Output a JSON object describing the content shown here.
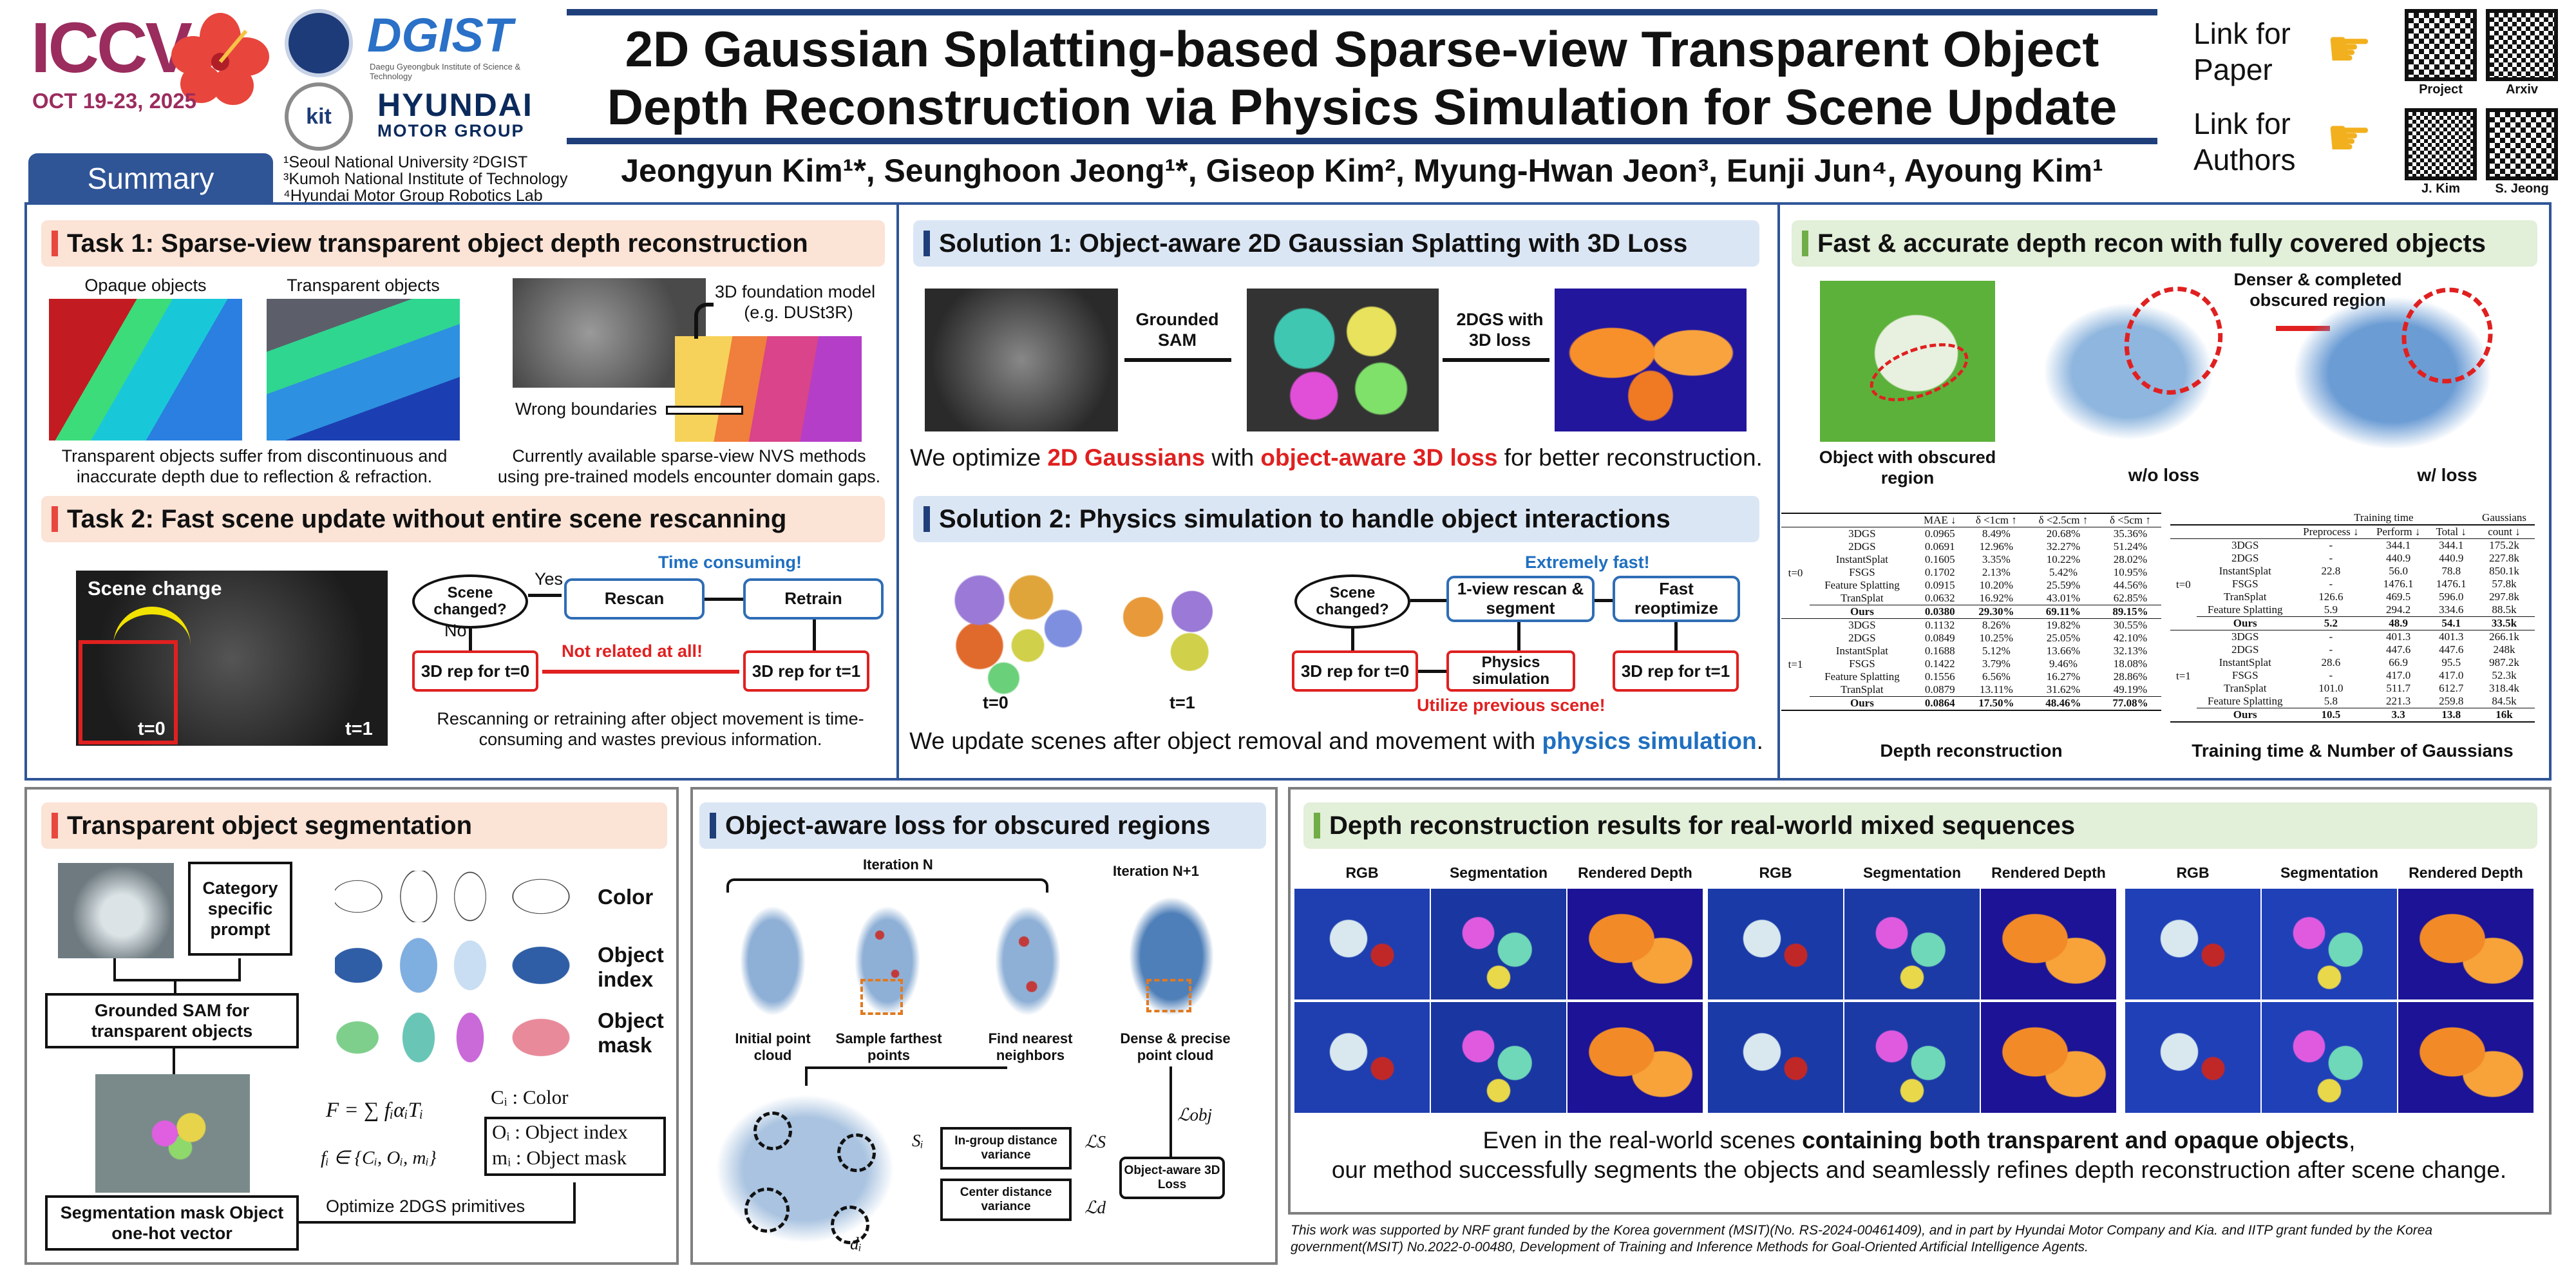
{
  "header": {
    "conf_logo": "ICCV",
    "conf_dates": "OCT 19-23, 2025",
    "title_line1": "2D Gaussian Splatting-based Sparse-view Transparent Object",
    "title_line2": "Depth Reconstruction via Physics Simulation for Scene Update",
    "authors": "Jeongyun Kim¹*, Seunghoon Jeong¹*, Giseop Kim², Myung-Hwan Jeon³, Eunji Jun⁴, Ayoung Kim¹",
    "affil1": "¹Seoul National University   ²DGIST",
    "affil2": "³Kumoh National Institute of Technology",
    "affil3": "⁴Hyundai Motor Group Robotics Lab",
    "summary_tab": "Summary",
    "dgist_logo": "DGIST",
    "dgist_sub": "Daegu Gyeongbuk Institute of Science & Technology",
    "kit_logo": "kit",
    "hyundai_logo": "HYUNDAI",
    "hyundai_sub": "MOTOR GROUP",
    "link_paper": "Link for Paper",
    "link_authors": "Link for Authors",
    "qr_labels": [
      "Project",
      "Arxiv",
      "J. Kim",
      "S. Jeong"
    ]
  },
  "task1": {
    "title": "Task 1: Sparse-view transparent object depth reconstruction",
    "opaque_label": "Opaque objects",
    "transparent_label": "Transparent objects",
    "foundation_label": "3D foundation model",
    "foundation_eg": "(e.g. DUSt3R)",
    "wrong_boundaries": "Wrong boundaries",
    "caption_left": "Transparent objects suffer from discontinuous and inaccurate depth due to reflection & refraction.",
    "caption_right": "Currently available sparse-view NVS methods using pre-trained models encounter domain gaps."
  },
  "task2": {
    "title": "Task 2: Fast scene update without entire scene rescanning",
    "scene_change": "Scene change",
    "t0": "t=0",
    "t1": "t=1",
    "time_consuming": "Time consuming!",
    "scene_changed": "Scene changed?",
    "yes": "Yes",
    "no": "No",
    "rescan": "Rescan",
    "retrain": "Retrain",
    "rep_t0": "3D rep for t=0",
    "rep_t1": "3D rep for t=1",
    "not_related": "Not related at all!",
    "caption": "Rescanning or retraining after object movement is time-consuming and wastes previous information."
  },
  "sol1": {
    "title": "Solution 1: Object-aware 2D Gaussian Splatting with 3D Loss",
    "grounded_sam": "Grounded SAM",
    "twodgs": "2DGS with 3D loss",
    "cap_a": "We optimize ",
    "cap_b": "2D Gaussians",
    "cap_c": " with ",
    "cap_d": "object-aware 3D loss",
    "cap_e": " for better reconstruction."
  },
  "sol2": {
    "title": "Solution 2: Physics simulation to handle object interactions",
    "t0": "t=0",
    "t1": "t=1",
    "extremely_fast": "Extremely fast!",
    "scene_changed": "Scene changed?",
    "rescan_segment": "1-view rescan & segment",
    "fast_reoptimize": "Fast reoptimize",
    "rep_t0": "3D rep for t=0",
    "physics_sim": "Physics simulation",
    "rep_t1": "3D rep for t=1",
    "utilize": "Utilize previous scene!",
    "cap_a": "We update scenes after object removal and movement with ",
    "cap_b": "physics simulation",
    "cap_c": "."
  },
  "fast": {
    "title": "Fast & accurate depth recon with fully covered objects",
    "obscured_label": "Object with obscured region",
    "denser_label": "Denser & completed obscured region",
    "wo_loss": "w/o loss",
    "w_loss": "w/ loss",
    "depth_caption": "Depth reconstruction",
    "train_caption": "Training time & Number of Gaussians"
  },
  "depth_table": {
    "headers": [
      "",
      "",
      "MAE ↓",
      "δ <1cm ↑",
      "δ <2.5cm ↑",
      "δ <5cm ↑"
    ],
    "groups": [
      {
        "label": "t=0",
        "rows": [
          [
            "3DGS",
            "0.0965",
            "8.49%",
            "20.68%",
            "35.36%"
          ],
          [
            "2DGS",
            "0.0691",
            "12.96%",
            "32.27%",
            "51.24%"
          ],
          [
            "InstantSplat",
            "0.1605",
            "3.35%",
            "10.22%",
            "28.02%"
          ],
          [
            "FSGS",
            "0.1702",
            "2.13%",
            "5.42%",
            "10.95%"
          ],
          [
            "Feature Splatting",
            "0.0915",
            "10.20%",
            "25.59%",
            "44.56%"
          ],
          [
            "TranSplat",
            "0.0632",
            "16.92%",
            "43.01%",
            "62.85%"
          ],
          [
            "Ours",
            "0.0380",
            "29.30%",
            "69.11%",
            "89.15%"
          ]
        ]
      },
      {
        "label": "t=1",
        "rows": [
          [
            "3DGS",
            "0.1132",
            "8.26%",
            "19.82%",
            "30.55%"
          ],
          [
            "2DGS",
            "0.0849",
            "10.25%",
            "25.05%",
            "42.10%"
          ],
          [
            "InstantSplat",
            "0.1688",
            "5.12%",
            "13.66%",
            "32.13%"
          ],
          [
            "FSGS",
            "0.1422",
            "3.79%",
            "9.46%",
            "18.08%"
          ],
          [
            "Feature Splatting",
            "0.1556",
            "6.56%",
            "16.27%",
            "28.86%"
          ],
          [
            "TranSplat",
            "0.0879",
            "13.11%",
            "31.62%",
            "49.19%"
          ],
          [
            "Ours",
            "0.0864",
            "17.50%",
            "48.46%",
            "77.08%"
          ]
        ]
      }
    ]
  },
  "train_table": {
    "top_headers": [
      "Training time",
      "Gaussians"
    ],
    "headers": [
      "",
      "",
      "Preprocess ↓",
      "Perform ↓",
      "Total ↓",
      "count ↓"
    ],
    "groups": [
      {
        "label": "t=0",
        "rows": [
          [
            "3DGS",
            "-",
            "344.1",
            "344.1",
            "175.2k"
          ],
          [
            "2DGS",
            "-",
            "440.9",
            "440.9",
            "227.8k"
          ],
          [
            "InstantSplat",
            "22.8",
            "56.0",
            "78.8",
            "850.1k"
          ],
          [
            "FSGS",
            "-",
            "1476.1",
            "1476.1",
            "57.8k"
          ],
          [
            "TranSplat",
            "126.6",
            "469.5",
            "596.0",
            "297.8k"
          ],
          [
            "Feature Splatting",
            "5.9",
            "294.2",
            "334.6",
            "88.5k"
          ],
          [
            "Ours",
            "5.2",
            "48.9",
            "54.1",
            "33.5k"
          ]
        ]
      },
      {
        "label": "t=1",
        "rows": [
          [
            "3DGS",
            "-",
            "401.3",
            "401.3",
            "266.1k"
          ],
          [
            "2DGS",
            "-",
            "447.6",
            "447.6",
            "248k"
          ],
          [
            "InstantSplat",
            "28.6",
            "66.9",
            "95.5",
            "987.2k"
          ],
          [
            "FSGS",
            "-",
            "417.0",
            "417.0",
            "52.3k"
          ],
          [
            "TranSplat",
            "101.0",
            "511.7",
            "612.7",
            "318.4k"
          ],
          [
            "Feature Splatting",
            "5.8",
            "221.3",
            "259.8",
            "84.5k"
          ],
          [
            "Ours",
            "10.5",
            "3.3",
            "13.8",
            "16k"
          ]
        ]
      }
    ]
  },
  "seg": {
    "title": "Transparent object segmentation",
    "category_prompt": "Category specific prompt",
    "grounded_sam": "Grounded SAM for transparent objects",
    "seg_mask": "Segmentation mask Object one-hot vector",
    "optimize": "Optimize 2DGS primitives",
    "color": "Color",
    "object_index": "Object index",
    "object_mask": "Object mask",
    "formula": "F = ∑ fᵢαᵢTᵢ",
    "formula2": "fᵢ ∈ {Cᵢ, Oᵢ, mᵢ}",
    "ci": "Cᵢ : Color",
    "oi": "Oᵢ : Object index",
    "mi": "mᵢ : Object mask"
  },
  "objloss": {
    "title": "Object-aware loss for obscured regions",
    "iter_n": "Iteration N",
    "iter_n1": "Iteration N+1",
    "initial": "Initial point cloud",
    "sample": "Sample farthest points",
    "find": "Find nearest neighbors",
    "dense": "Dense & precise point cloud",
    "in_group": "In-group distance variance",
    "center": "Center distance variance",
    "obj_loss": "Object-aware 3D Loss",
    "ls": "ℒS",
    "ld": "ℒd",
    "lobj": "ℒobj",
    "si": "Sᵢ",
    "di": "dᵢ"
  },
  "realworld": {
    "title": "Depth reconstruction results for real-world mixed sequences",
    "col_labels": [
      "RGB",
      "Segmentation",
      "Rendered Depth"
    ],
    "cap1a": "Even in the real-world scenes ",
    "cap1b": "containing both transparent and opaque objects",
    "cap1c": ",",
    "cap2": "our method successfully segments the objects and seamlessly refines depth reconstruction after scene change."
  },
  "ack": "This work was supported by NRF grant funded by the Korea government (MSIT)(No. RS-2024-00461409), and in part by Hyundai Motor Company and Kia. and IITP grant funded by the Korea government(MSIT) No.2022-0-00480, Development of Training and Inference Methods for Goal-Oriented Artificial Intelligence Agents.",
  "colors": {
    "accent_blue": "#2f5597",
    "highlight_red": "#e02020",
    "highlight_blue": "#1f6fc0",
    "iccv_purple": "#9b2c5e"
  }
}
